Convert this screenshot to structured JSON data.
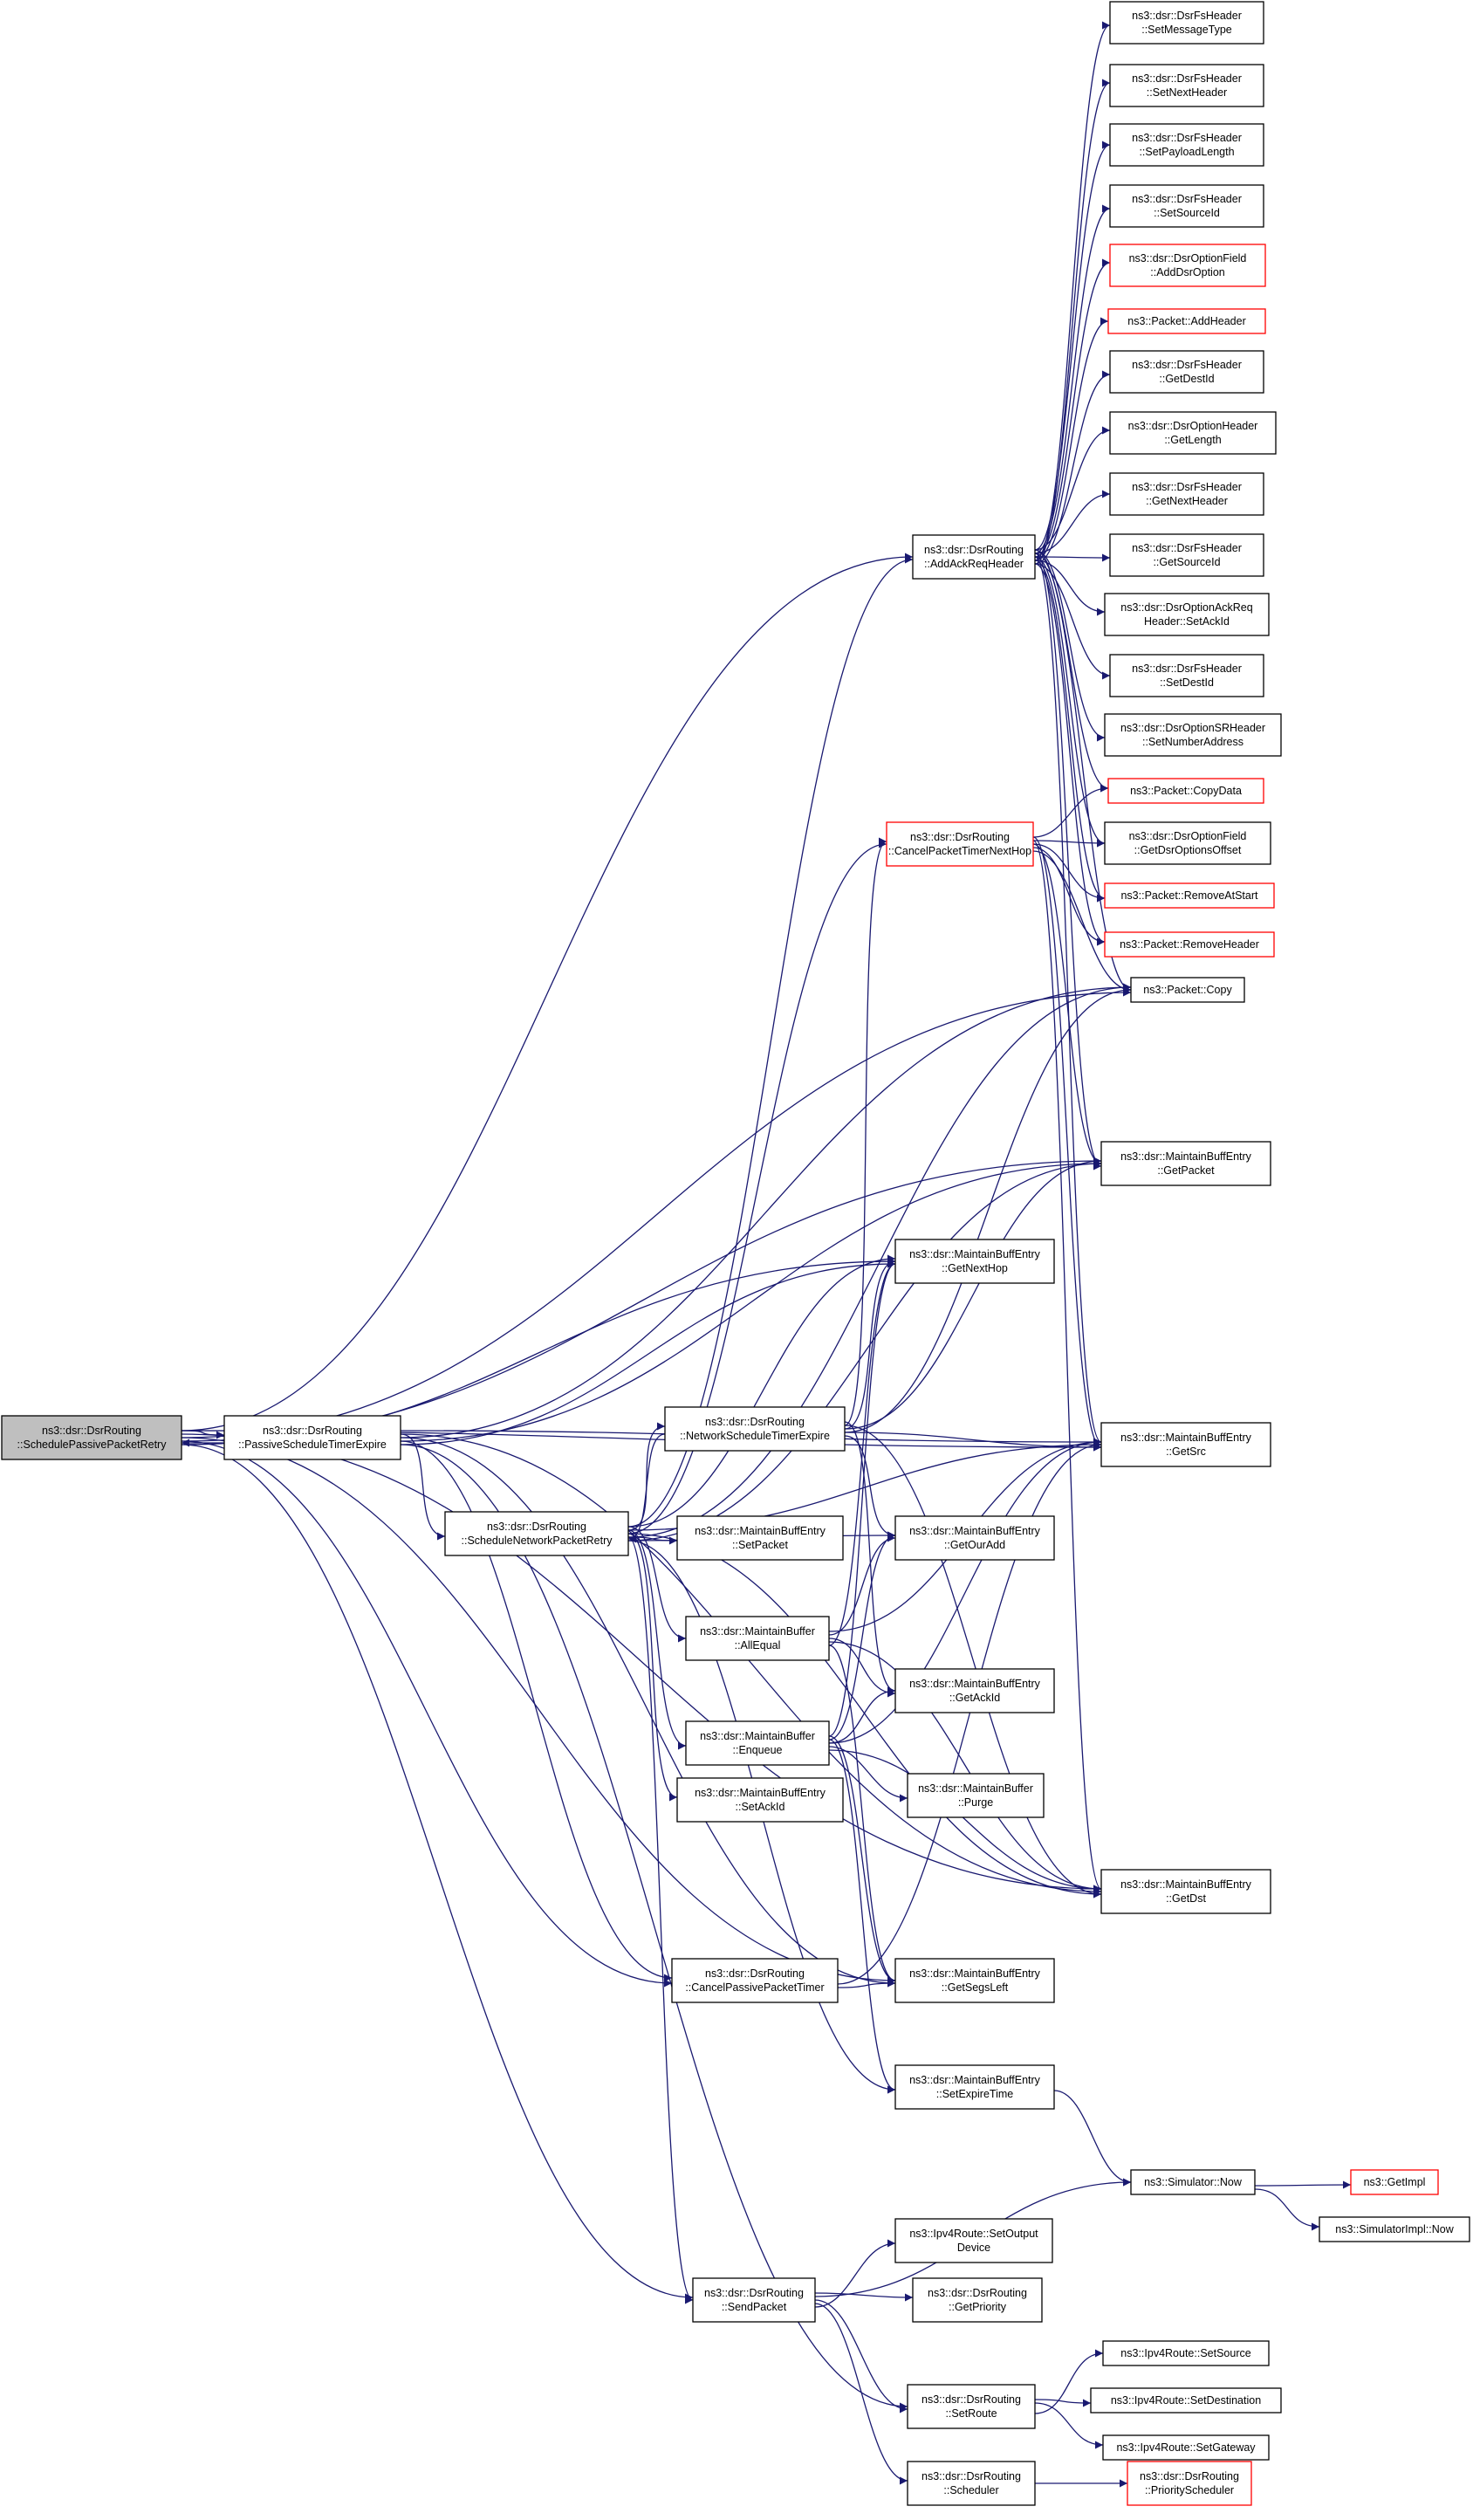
{
  "nodes": [
    {
      "id": "root",
      "lines": [
        "ns3::dsr::DsrRouting",
        "::SchedulePassivePacketRetry"
      ],
      "style": "root"
    },
    {
      "id": "pste",
      "lines": [
        "ns3::dsr::DsrRouting",
        "::PassiveScheduleTimerExpire"
      ],
      "style": "normal"
    },
    {
      "id": "snpr",
      "lines": [
        "ns3::dsr::DsrRouting",
        "::ScheduleNetworkPacketRetry"
      ],
      "style": "normal"
    },
    {
      "id": "nste",
      "lines": [
        "ns3::dsr::DsrRouting",
        "::NetworkScheduleTimerExpire"
      ],
      "style": "normal"
    },
    {
      "id": "aarh",
      "lines": [
        "ns3::dsr::DsrRouting",
        "::AddAckReqHeader"
      ],
      "style": "normal"
    },
    {
      "id": "cptnh",
      "lines": [
        "ns3::dsr::DsrRouting",
        "::CancelPacketTimerNextHop"
      ],
      "style": "red"
    },
    {
      "id": "cppt",
      "lines": [
        "ns3::dsr::DsrRouting",
        "::CancelPassivePacketTimer"
      ],
      "style": "normal"
    },
    {
      "id": "sendp",
      "lines": [
        "ns3::dsr::DsrRouting",
        "::SendPacket"
      ],
      "style": "normal"
    },
    {
      "id": "setroute",
      "lines": [
        "ns3::dsr::DsrRouting",
        "::SetRoute"
      ],
      "style": "normal"
    },
    {
      "id": "sched",
      "lines": [
        "ns3::dsr::DsrRouting",
        "::Scheduler"
      ],
      "style": "normal"
    },
    {
      "id": "allequal",
      "lines": [
        "ns3::dsr::MaintainBuffer",
        "::AllEqual"
      ],
      "style": "normal"
    },
    {
      "id": "enqueue",
      "lines": [
        "ns3::dsr::MaintainBuffer",
        "::Enqueue"
      ],
      "style": "normal"
    },
    {
      "id": "mbsetpacket",
      "lines": [
        "ns3::dsr::MaintainBuffEntry",
        "::SetPacket"
      ],
      "style": "normal"
    },
    {
      "id": "mbsetackid",
      "lines": [
        "ns3::dsr::MaintainBuffEntry",
        "::SetAckId"
      ],
      "style": "normal"
    },
    {
      "id": "getnexthop",
      "lines": [
        "ns3::dsr::MaintainBuffEntry",
        "::GetNextHop"
      ],
      "style": "normal"
    },
    {
      "id": "getouradd",
      "lines": [
        "ns3::dsr::MaintainBuffEntry",
        "::GetOurAdd"
      ],
      "style": "normal"
    },
    {
      "id": "getackid",
      "lines": [
        "ns3::dsr::MaintainBuffEntry",
        "::GetAckId"
      ],
      "style": "normal"
    },
    {
      "id": "purge",
      "lines": [
        "ns3::dsr::MaintainBuffer",
        "::Purge"
      ],
      "style": "normal"
    },
    {
      "id": "getsegsleft",
      "lines": [
        "ns3::dsr::MaintainBuffEntry",
        "::GetSegsLeft"
      ],
      "style": "normal"
    },
    {
      "id": "setexpiretime",
      "lines": [
        "ns3::dsr::MaintainBuffEntry",
        "::SetExpireTime"
      ],
      "style": "normal"
    },
    {
      "id": "ipv4setoutput",
      "lines": [
        "ns3::Ipv4Route::SetOutput",
        "Device"
      ],
      "style": "normal"
    },
    {
      "id": "getpriority",
      "lines": [
        "ns3::dsr::DsrRouting",
        "::GetPriority"
      ],
      "style": "normal"
    },
    {
      "id": "fs_setmsgtype",
      "lines": [
        "ns3::dsr::DsrFsHeader",
        "::SetMessageType"
      ],
      "style": "normal"
    },
    {
      "id": "fs_setnexthdr",
      "lines": [
        "ns3::dsr::DsrFsHeader",
        "::SetNextHeader"
      ],
      "style": "normal"
    },
    {
      "id": "fs_setpayload",
      "lines": [
        "ns3::dsr::DsrFsHeader",
        "::SetPayloadLength"
      ],
      "style": "normal"
    },
    {
      "id": "fs_setsrc",
      "lines": [
        "ns3::dsr::DsrFsHeader",
        "::SetSourceId"
      ],
      "style": "normal"
    },
    {
      "id": "of_adddsr",
      "lines": [
        "ns3::dsr::DsrOptionField",
        "::AddDsrOption"
      ],
      "style": "red"
    },
    {
      "id": "p_addheader",
      "lines": [
        "ns3::Packet::AddHeader"
      ],
      "style": "red"
    },
    {
      "id": "fs_getdest",
      "lines": [
        "ns3::dsr::DsrFsHeader",
        "::GetDestId"
      ],
      "style": "normal"
    },
    {
      "id": "oh_getlen",
      "lines": [
        "ns3::dsr::DsrOptionHeader",
        "::GetLength"
      ],
      "style": "normal"
    },
    {
      "id": "fs_getnext",
      "lines": [
        "ns3::dsr::DsrFsHeader",
        "::GetNextHeader"
      ],
      "style": "normal"
    },
    {
      "id": "fs_getsrc",
      "lines": [
        "ns3::dsr::DsrFsHeader",
        "::GetSourceId"
      ],
      "style": "normal"
    },
    {
      "id": "ack_setackid",
      "lines": [
        "ns3::dsr::DsrOptionAckReq",
        "Header::SetAckId"
      ],
      "style": "normal"
    },
    {
      "id": "fs_setdest",
      "lines": [
        "ns3::dsr::DsrFsHeader",
        "::SetDestId"
      ],
      "style": "normal"
    },
    {
      "id": "sr_setnum",
      "lines": [
        "ns3::dsr::DsrOptionSRHeader",
        "::SetNumberAddress"
      ],
      "style": "normal"
    },
    {
      "id": "p_copydata",
      "lines": [
        "ns3::Packet::CopyData"
      ],
      "style": "red"
    },
    {
      "id": "of_getoffset",
      "lines": [
        "ns3::dsr::DsrOptionField",
        "::GetDsrOptionsOffset"
      ],
      "style": "normal"
    },
    {
      "id": "p_removeatstart",
      "lines": [
        "ns3::Packet::RemoveAtStart"
      ],
      "style": "red"
    },
    {
      "id": "p_removeheader",
      "lines": [
        "ns3::Packet::RemoveHeader"
      ],
      "style": "red"
    },
    {
      "id": "p_copy",
      "lines": [
        "ns3::Packet::Copy"
      ],
      "style": "normal"
    },
    {
      "id": "getpacket",
      "lines": [
        "ns3::dsr::MaintainBuffEntry",
        "::GetPacket"
      ],
      "style": "normal"
    },
    {
      "id": "getsrc",
      "lines": [
        "ns3::dsr::MaintainBuffEntry",
        "::GetSrc"
      ],
      "style": "normal"
    },
    {
      "id": "getdst",
      "lines": [
        "ns3::dsr::MaintainBuffEntry",
        "::GetDst"
      ],
      "style": "normal"
    },
    {
      "id": "simnow",
      "lines": [
        "ns3::Simulator::Now"
      ],
      "style": "normal"
    },
    {
      "id": "ipv4setsource",
      "lines": [
        "ns3::Ipv4Route::SetSource"
      ],
      "style": "normal"
    },
    {
      "id": "ipv4setdest",
      "lines": [
        "ns3::Ipv4Route::SetDestination"
      ],
      "style": "normal"
    },
    {
      "id": "ipv4setgw",
      "lines": [
        "ns3::Ipv4Route::SetGateway"
      ],
      "style": "normal"
    },
    {
      "id": "prioritysched",
      "lines": [
        "ns3::dsr::DsrRouting",
        "::PriorityScheduler"
      ],
      "style": "red"
    },
    {
      "id": "getimpl",
      "lines": [
        "ns3::GetImpl"
      ],
      "style": "red"
    },
    {
      "id": "simimplnow",
      "lines": [
        "ns3::SimulatorImpl::Now"
      ],
      "style": "normal"
    }
  ],
  "edges": [
    [
      "root",
      "pste"
    ],
    [
      "pste",
      "root"
    ],
    [
      "root",
      "p_copy"
    ],
    [
      "root",
      "getpacket"
    ],
    [
      "root",
      "getnexthop"
    ],
    [
      "root",
      "getsrc"
    ],
    [
      "root",
      "getdst"
    ],
    [
      "root",
      "getsegsleft"
    ],
    [
      "root",
      "cppt"
    ],
    [
      "root",
      "sendp"
    ],
    [
      "root",
      "aarh"
    ],
    [
      "pste",
      "snpr"
    ],
    [
      "pste",
      "p_copy"
    ],
    [
      "pste",
      "getpacket"
    ],
    [
      "pste",
      "getnexthop"
    ],
    [
      "pste",
      "getsrc"
    ],
    [
      "pste",
      "getdst"
    ],
    [
      "pste",
      "getsegsleft"
    ],
    [
      "pste",
      "cppt"
    ],
    [
      "pste",
      "setroute"
    ],
    [
      "snpr",
      "aarh"
    ],
    [
      "snpr",
      "nste"
    ],
    [
      "snpr",
      "cptnh"
    ],
    [
      "snpr",
      "mbsetpacket"
    ],
    [
      "snpr",
      "getouradd"
    ],
    [
      "snpr",
      "allequal"
    ],
    [
      "snpr",
      "enqueue"
    ],
    [
      "snpr",
      "mbsetackid"
    ],
    [
      "snpr",
      "sendp"
    ],
    [
      "snpr",
      "setexpiretime"
    ],
    [
      "snpr",
      "getnexthop"
    ],
    [
      "snpr",
      "getsrc"
    ],
    [
      "snpr",
      "getdst"
    ],
    [
      "snpr",
      "p_copy"
    ],
    [
      "snpr",
      "getpacket"
    ],
    [
      "nste",
      "snpr"
    ],
    [
      "nste",
      "cptnh"
    ],
    [
      "nste",
      "getnexthop"
    ],
    [
      "nste",
      "getsrc"
    ],
    [
      "nste",
      "getouradd"
    ],
    [
      "nste",
      "getackid"
    ],
    [
      "nste",
      "getdst"
    ],
    [
      "nste",
      "getpacket"
    ],
    [
      "nste",
      "p_copy"
    ],
    [
      "allequal",
      "getnexthop"
    ],
    [
      "allequal",
      "getsrc"
    ],
    [
      "allequal",
      "getouradd"
    ],
    [
      "allequal",
      "getackid"
    ],
    [
      "allequal",
      "getdst"
    ],
    [
      "allequal",
      "getsegsleft"
    ],
    [
      "enqueue",
      "getnexthop"
    ],
    [
      "enqueue",
      "getouradd"
    ],
    [
      "enqueue",
      "getackid"
    ],
    [
      "enqueue",
      "purge"
    ],
    [
      "enqueue",
      "getdst"
    ],
    [
      "enqueue",
      "getsegsleft"
    ],
    [
      "enqueue",
      "setexpiretime"
    ],
    [
      "enqueue",
      "getsrc"
    ],
    [
      "cppt",
      "getsrc"
    ],
    [
      "cppt",
      "getsegsleft"
    ],
    [
      "cptnh",
      "p_copydata"
    ],
    [
      "cptnh",
      "of_getoffset"
    ],
    [
      "cptnh",
      "p_removeatstart"
    ],
    [
      "cptnh",
      "p_removeheader"
    ],
    [
      "cptnh",
      "p_copy"
    ],
    [
      "cptnh",
      "getsrc"
    ],
    [
      "cptnh",
      "getdst"
    ],
    [
      "cptnh",
      "getpacket"
    ],
    [
      "aarh",
      "fs_setmsgtype"
    ],
    [
      "aarh",
      "fs_setnexthdr"
    ],
    [
      "aarh",
      "fs_setpayload"
    ],
    [
      "aarh",
      "fs_setsrc"
    ],
    [
      "aarh",
      "of_adddsr"
    ],
    [
      "aarh",
      "p_addheader"
    ],
    [
      "aarh",
      "fs_getdest"
    ],
    [
      "aarh",
      "oh_getlen"
    ],
    [
      "aarh",
      "fs_getnext"
    ],
    [
      "aarh",
      "fs_getsrc"
    ],
    [
      "aarh",
      "ack_setackid"
    ],
    [
      "aarh",
      "fs_setdest"
    ],
    [
      "aarh",
      "sr_setnum"
    ],
    [
      "aarh",
      "p_copydata"
    ],
    [
      "aarh",
      "of_getoffset"
    ],
    [
      "aarh",
      "p_removeatstart"
    ],
    [
      "aarh",
      "p_removeheader"
    ],
    [
      "aarh",
      "p_copy"
    ],
    [
      "aarh",
      "getpacket"
    ],
    [
      "aarh",
      "getsrc"
    ],
    [
      "setexpiretime",
      "simnow"
    ],
    [
      "sendp",
      "ipv4setoutput"
    ],
    [
      "sendp",
      "getpriority"
    ],
    [
      "sendp",
      "simnow"
    ],
    [
      "sendp",
      "setroute"
    ],
    [
      "sendp",
      "sched"
    ],
    [
      "setroute",
      "ipv4setsource"
    ],
    [
      "setroute",
      "ipv4setdest"
    ],
    [
      "setroute",
      "ipv4setgw"
    ],
    [
      "sched",
      "prioritysched"
    ],
    [
      "simnow",
      "getimpl"
    ],
    [
      "simnow",
      "simimplnow"
    ]
  ]
}
